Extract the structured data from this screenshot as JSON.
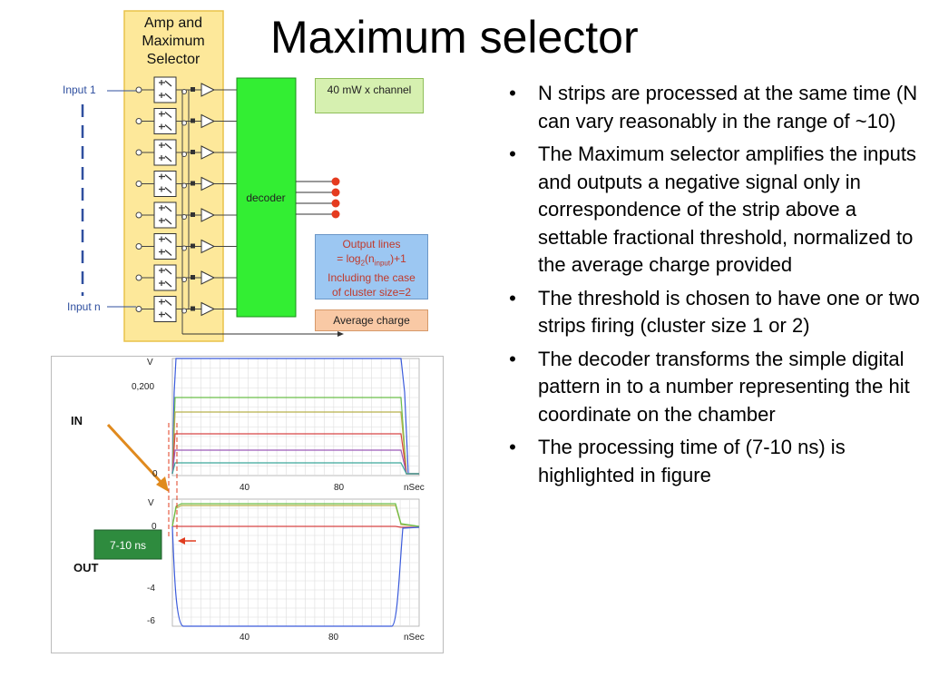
{
  "slide": {
    "title": "Maximum selector",
    "bullet_glyph": "•",
    "bullets": [
      "N strips are processed at the same time (N can vary reasonably in the range of ~10)",
      "The Maximum selector amplifies the inputs and outputs a negative signal only in correspondence of the strip above a settable fractional threshold, normalized to the average charge provided",
      "The threshold is chosen to have one or two strips firing (cluster size 1 or 2)",
      "The decoder transforms the simple digital pattern in to a number representing the hit coordinate on the chamber",
      "The processing time of (7-10 ns) is highlighted in figure"
    ]
  },
  "schematic": {
    "amp_label_lines": [
      "Amp and",
      "Maximum",
      "Selector"
    ],
    "input_first": "Input 1",
    "input_last": "Input n",
    "decoder_label": "decoder",
    "power_label": "40 mW x channel",
    "output_box": {
      "line1": "Output lines",
      "line2_prefix": "= log",
      "line2_sub1": "2",
      "line2_mid": "(n",
      "line2_sub2": "input",
      "line2_suffix": ")+1",
      "line3": "Including the case",
      "line4": "of cluster size=2"
    },
    "avg_label": "Average charge",
    "channel_count": 8,
    "output_line_count": 4,
    "colors": {
      "amp_fill": "#fde89a",
      "decoder_fill": "#33ee33",
      "output_dot": "#e53b1f"
    }
  },
  "scope": {
    "in_label": "IN",
    "out_label": "OUT",
    "timing_label": "7-10 ns",
    "top_panel": {
      "y_unit": "V",
      "y_tick": "0,200",
      "y_zero": "0",
      "x_ticks": [
        "40",
        "80"
      ],
      "x_unit": "nSec"
    },
    "bottom_panel": {
      "y_unit": "V",
      "y_ticks": [
        "0",
        "-4",
        "-6"
      ],
      "x_ticks": [
        "40",
        "80"
      ],
      "x_unit": "nSec"
    },
    "colors": {
      "arrow": "#e08a1e",
      "timing_box": "#2e8b3e",
      "red_marker": "#e03c1f"
    }
  }
}
